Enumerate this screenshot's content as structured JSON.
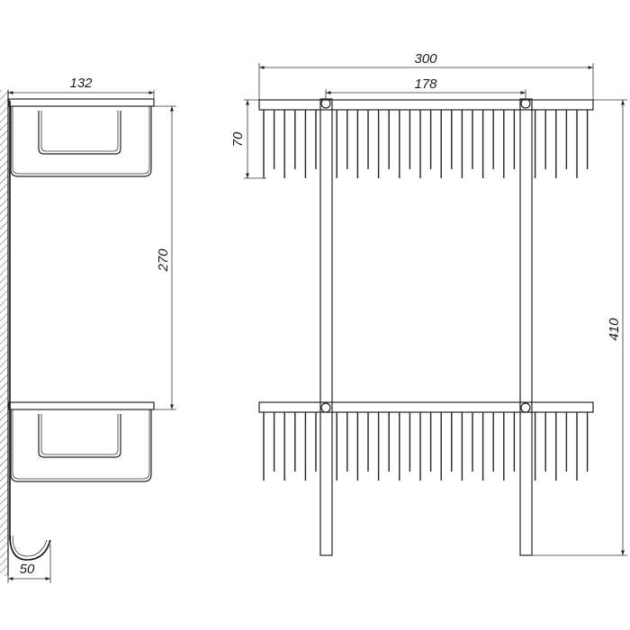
{
  "dimensions": {
    "side_depth": "132",
    "side_height": "270",
    "hook_width": "50",
    "front_width": "300",
    "front_rail_spacing": "178",
    "front_basket_height": "70",
    "front_total_height": "410"
  }
}
